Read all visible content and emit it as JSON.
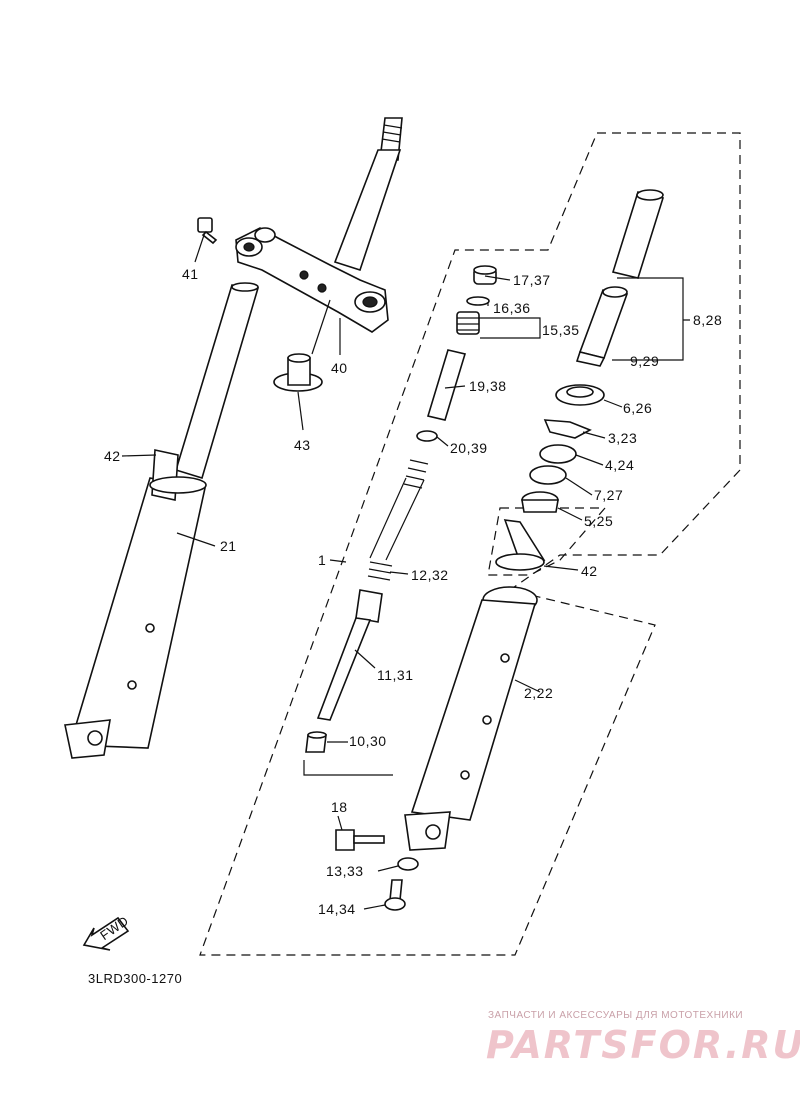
{
  "labels": {
    "p41": "41",
    "p40": "40",
    "p43": "43",
    "p42a": "42",
    "p21": "21",
    "p1": "1",
    "p17": "17,37",
    "p16": "16,36",
    "p15": "15,35",
    "p19": "19,38",
    "p20": "20,39",
    "p12": "12,32",
    "p11": "11,31",
    "p10": "10,30",
    "p18": "18",
    "p13": "13,33",
    "p14": "14,34",
    "p8": "8,28",
    "p9": "9,29",
    "p6": "6,26",
    "p3": "3,23",
    "p4": "4,24",
    "p7": "7,27",
    "p5": "5,25",
    "p42b": "42",
    "p2": "2,22"
  },
  "fwd_label": "FWD",
  "diagram_code": "3LRD300-1270",
  "watermark": {
    "caption": "ЗАПЧАСТИ И АКСЕССУАРЫ ДЛЯ МОТОТЕХНИКИ",
    "logo_text": "PARTSFOR.RU",
    "color": "#e8aab4"
  }
}
